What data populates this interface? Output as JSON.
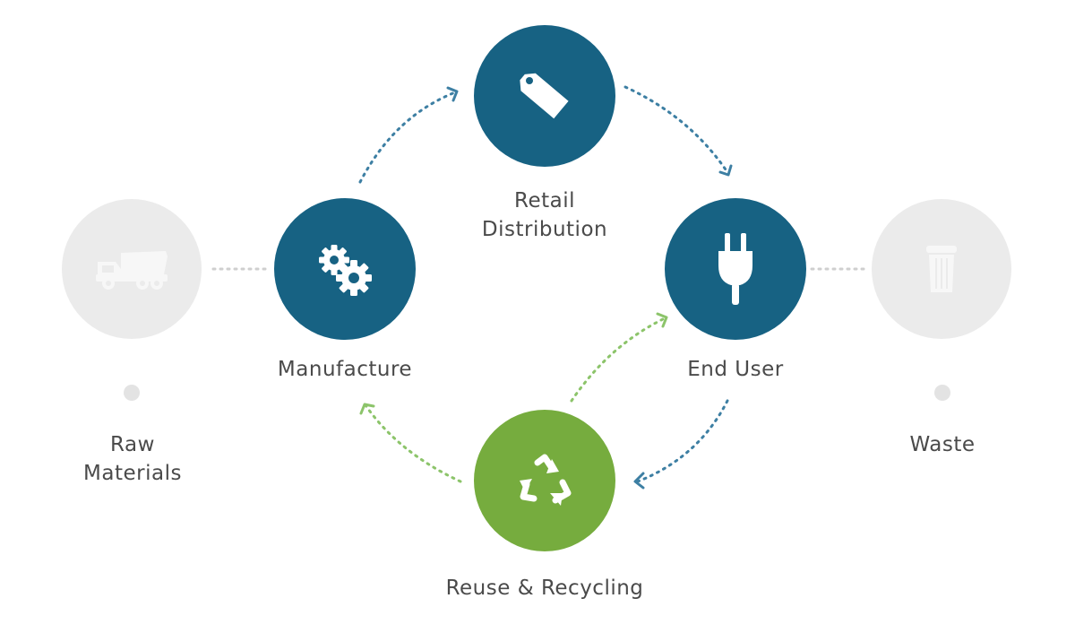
{
  "colors": {
    "primary": "#176283",
    "green": "#76ac3e",
    "faded": "#ebebeb",
    "faded_icon": "#f7f7f7",
    "connector_blue": "#3d7fa3",
    "connector_green": "#8cc46a",
    "connector_gray": "#cfcfcf",
    "label": "#4a4a4a"
  },
  "nodes": {
    "raw_materials": {
      "label_line1": "Raw",
      "label_line2": "Materials",
      "icon": "dump-truck-icon",
      "state": "faded"
    },
    "manufacture": {
      "label": "Manufacture",
      "icon": "gears-icon",
      "state": "active"
    },
    "retail_distribution": {
      "label_line1": "Retail",
      "label_line2": "Distribution",
      "icon": "price-tag-icon",
      "state": "active"
    },
    "end_user": {
      "label": "End User",
      "icon": "plug-icon",
      "state": "active"
    },
    "reuse_recycling": {
      "label": "Reuse & Recycling",
      "icon": "recycle-icon",
      "state": "highlight"
    },
    "waste": {
      "label": "Waste",
      "icon": "trash-can-icon",
      "state": "faded"
    }
  },
  "flow": [
    [
      "Manufacture",
      "Retail Distribution"
    ],
    [
      "Retail Distribution",
      "End User"
    ],
    [
      "End User",
      "Reuse & Recycling"
    ],
    [
      "Reuse & Recycling",
      "Manufacture"
    ],
    [
      "Reuse & Recycling",
      "End User"
    ],
    [
      "Raw Materials",
      "Manufacture"
    ],
    [
      "End User",
      "Waste"
    ]
  ]
}
